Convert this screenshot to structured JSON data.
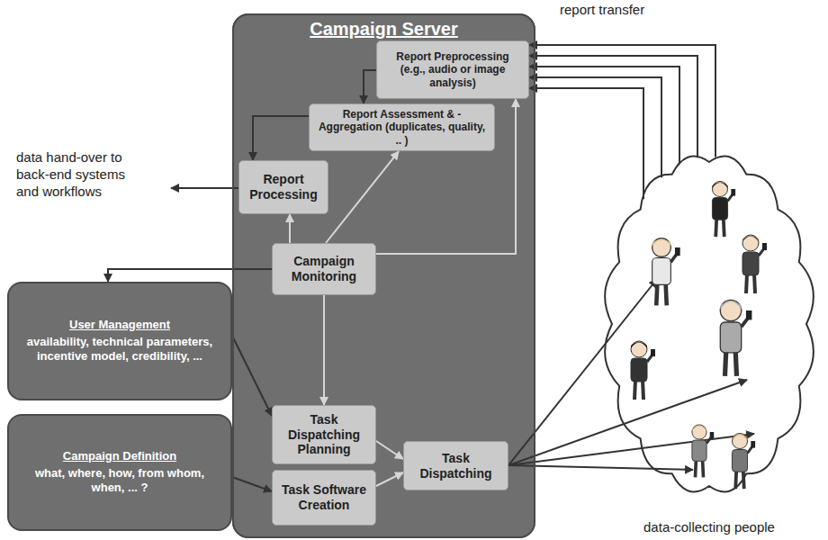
{
  "diagram": {
    "nodes": [
      {
        "text": [
          "Campaign Server"
        ]
      },
      {
        "text": [
          "Report Preprocessing (e.g., audio or image analysis)"
        ],
        "in": 0
      },
      {
        "text": [
          "Report Assessment & -Aggregation (duplicates, quality, .. )"
        ],
        "in": 0
      },
      {
        "text": [
          "Report Processing"
        ],
        "in": 0
      },
      {
        "text": [
          "Campaign Monitoring"
        ],
        "in": 0
      },
      {
        "text": [
          "Task Dispatching Planning"
        ],
        "in": 0
      },
      {
        "text": [
          "Task Software Creation"
        ],
        "in": 0
      },
      {
        "text": [
          "Task Dispatching"
        ],
        "in": 0
      },
      {
        "text": [
          "User Management",
          "availability, technical parameters, incentive model, credibility, ..."
        ]
      },
      {
        "text": [
          "Campaign Definition",
          "what, where, how, from whom, when, ... ?"
        ]
      },
      {
        "text": [
          "data-collecting people"
        ]
      }
    ],
    "edges": [
      {
        "from": 1,
        "to": 2,
        "arrow": "to"
      },
      {
        "from": 2,
        "to": 3,
        "arrow": "to"
      },
      {
        "from": 4,
        "to": 3,
        "arrow": "to"
      },
      {
        "from": 4,
        "to": 2,
        "arrow": "to"
      },
      {
        "from": 4,
        "to": 1,
        "arrow": "to"
      },
      {
        "from": 4,
        "to": 8,
        "arrow": "to"
      },
      {
        "from": 4,
        "to": 5,
        "arrow": "to"
      },
      {
        "from": 8,
        "to": 5,
        "arrow": "to"
      },
      {
        "from": 9,
        "to": 6,
        "arrow": "to"
      },
      {
        "from": 5,
        "to": 7,
        "arrow": "to"
      },
      {
        "from": 6,
        "to": 7,
        "arrow": "to"
      },
      {
        "from": 7,
        "to": 10,
        "arrow": "to"
      },
      {
        "from": 7,
        "to": 10,
        "arrow": "to"
      },
      {
        "from": 7,
        "to": 10,
        "arrow": "to"
      },
      {
        "from": 7,
        "to": 10,
        "arrow": "to"
      },
      {
        "from": 10,
        "to": 1,
        "arrow": "to"
      },
      {
        "from": 10,
        "to": 1,
        "arrow": "to"
      },
      {
        "from": 10,
        "to": 1,
        "arrow": "to"
      },
      {
        "from": 10,
        "to": 1,
        "arrow": "to"
      },
      {
        "from": 10,
        "to": 1,
        "arrow": "to"
      }
    ],
    "labels": [
      "report transfer",
      "data hand-over to back-end systems and workflows"
    ]
  }
}
